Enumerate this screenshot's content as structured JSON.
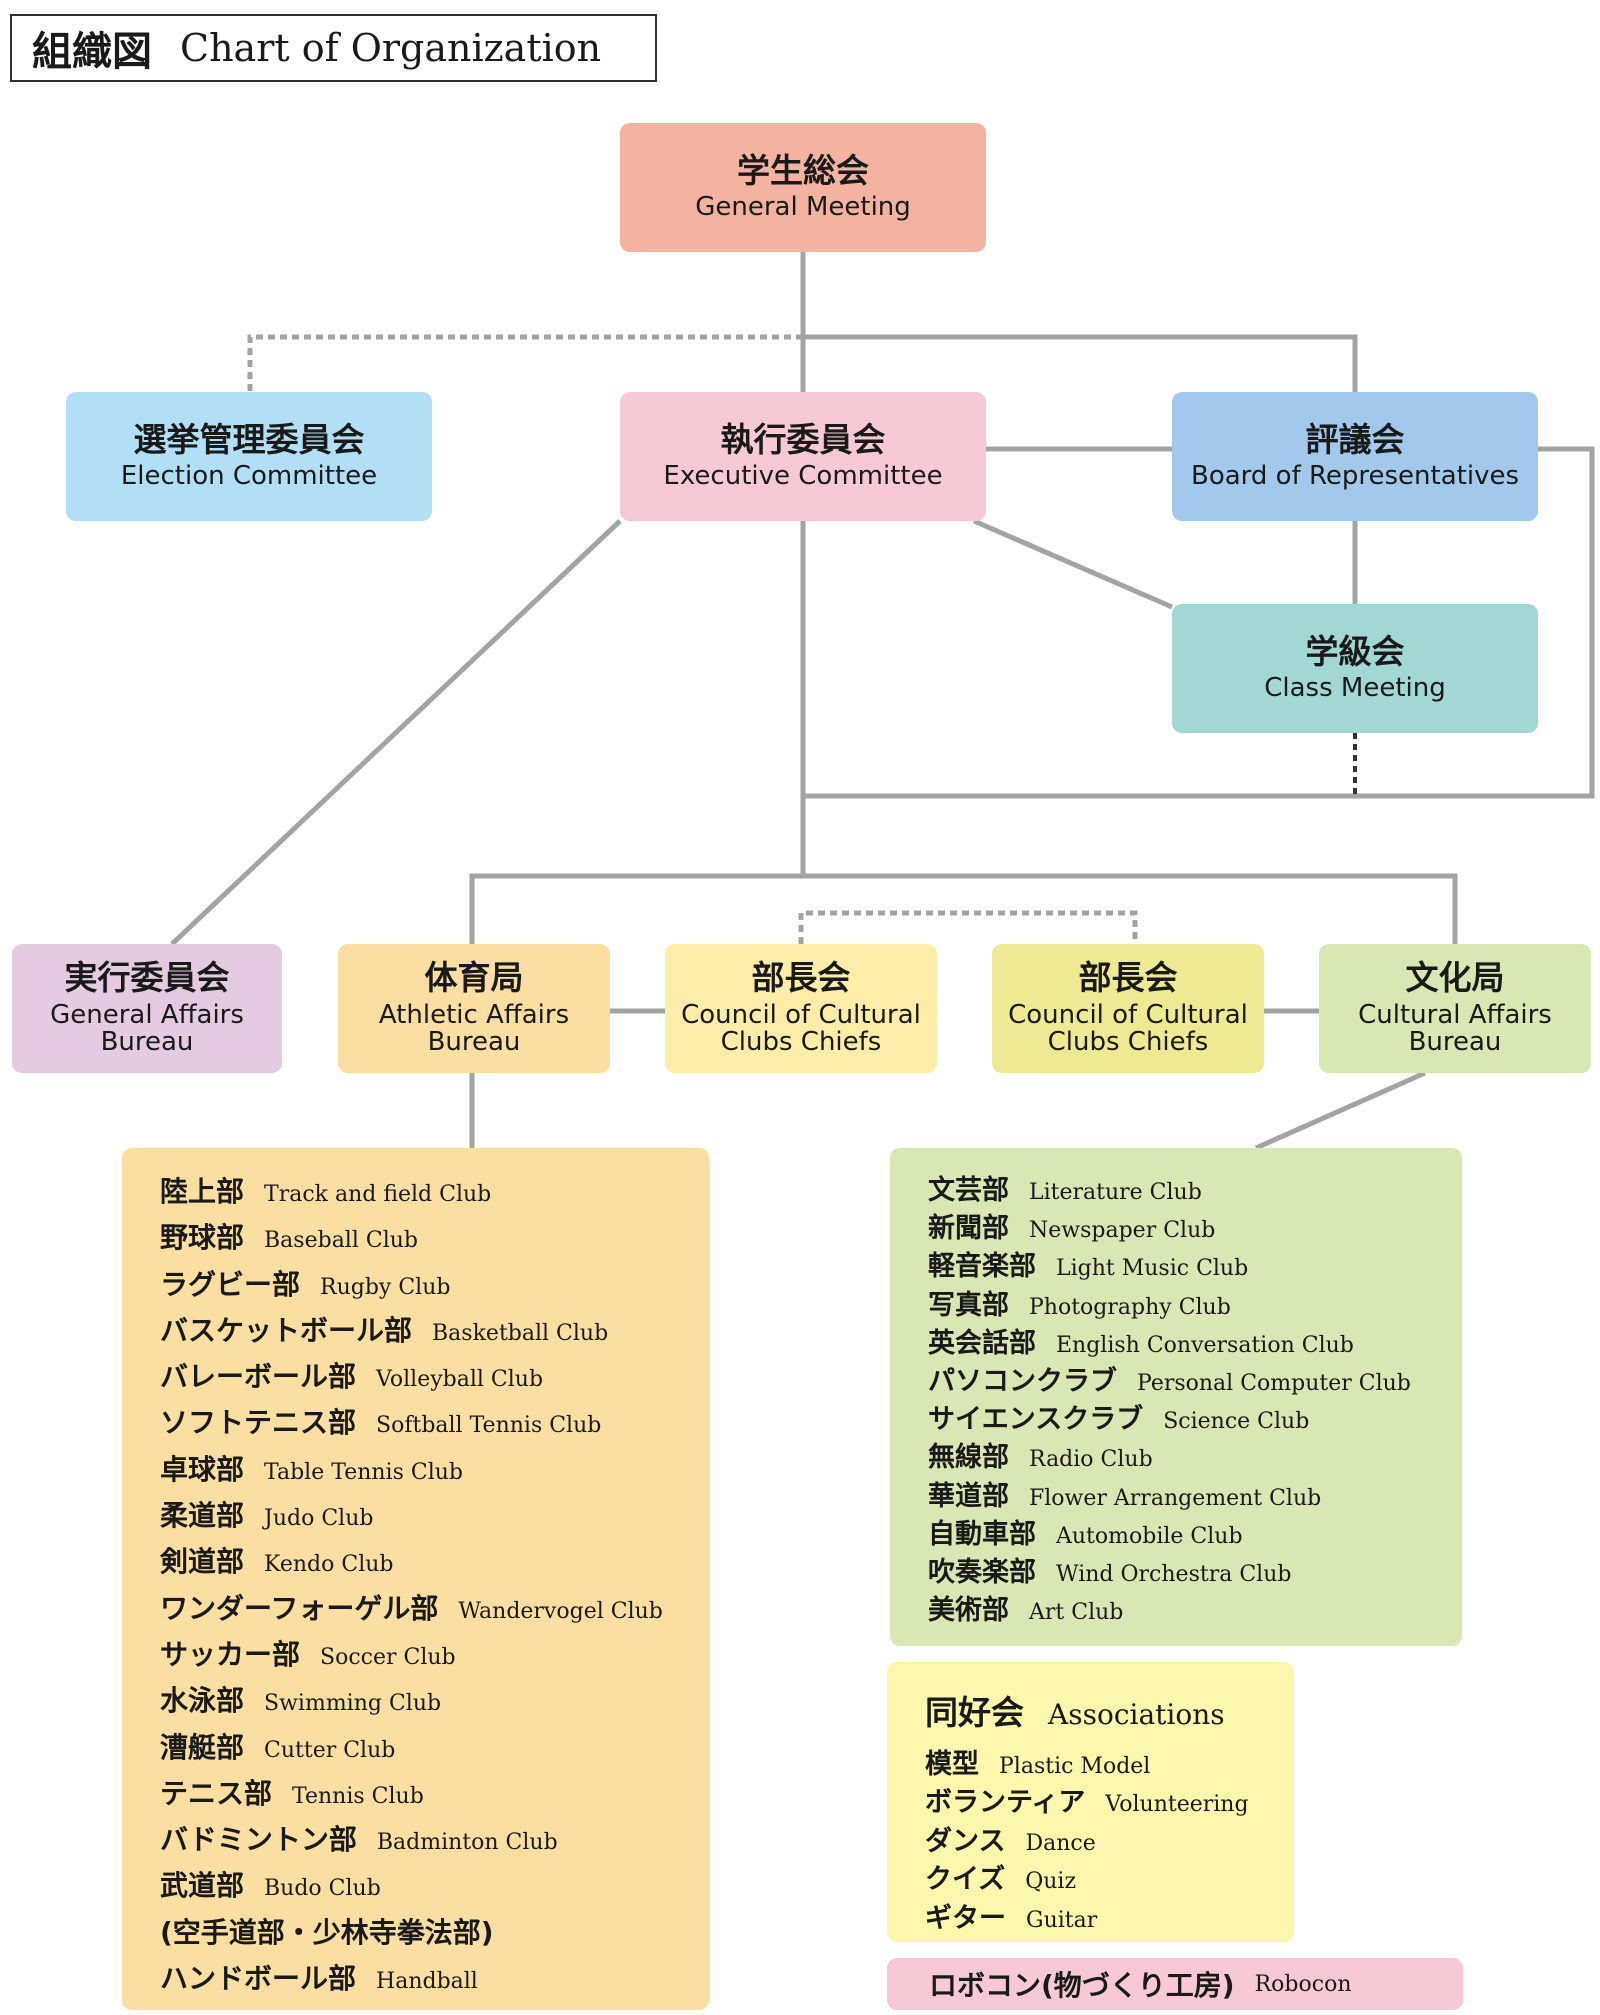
{
  "title": {
    "ja": "組織図",
    "en": "Chart of Organization"
  },
  "colors": {
    "line": "#a3a3a3",
    "general_meeting": "#f4b2a0",
    "election": "#b2dff6",
    "executive": "#f7c9d6",
    "board": "#a2c8ec",
    "class_meeting": "#a2d7d4",
    "general_affairs": "#e4cbe1",
    "athletic": "#fbdea2",
    "council_1": "#fdeda8",
    "council_2": "#eeea93",
    "cultural": "#d8e7b3",
    "associations": "#fdf6ad",
    "robocon": "#f7c9d6"
  },
  "nodes": {
    "general_meeting": {
      "ja": "学生総会",
      "en": "General Meeting"
    },
    "election": {
      "ja": "選挙管理委員会",
      "en": "Election Committee"
    },
    "executive": {
      "ja": "執行委員会",
      "en": "Executive Committee"
    },
    "board": {
      "ja": "評議会",
      "en": "Board of Representatives"
    },
    "class_meeting": {
      "ja": "学級会",
      "en": "Class Meeting"
    },
    "general_affairs": {
      "ja": "実行委員会",
      "en": "General Affairs\nBureau"
    },
    "athletic": {
      "ja": "体育局",
      "en": "Athletic Affairs\nBureau"
    },
    "council_1": {
      "ja": "部長会",
      "en": "Council of Cultural\nClubs Chiefs"
    },
    "council_2": {
      "ja": "部長会",
      "en": "Council of Cultural\nClubs Chiefs"
    },
    "cultural": {
      "ja": "文化局",
      "en": "Cultural Affairs\nBureau"
    }
  },
  "athletic_clubs": [
    {
      "ja": "陸上部",
      "en": "Track and field Club"
    },
    {
      "ja": "野球部",
      "en": "Baseball Club"
    },
    {
      "ja": "ラグビー部",
      "en": "Rugby Club"
    },
    {
      "ja": "バスケットボール部",
      "en": "Basketball Club"
    },
    {
      "ja": "バレーボール部",
      "en": "Volleyball Club"
    },
    {
      "ja": "ソフトテニス部",
      "en": "Softball Tennis Club"
    },
    {
      "ja": "卓球部",
      "en": "Table Tennis Club"
    },
    {
      "ja": "柔道部",
      "en": "Judo Club"
    },
    {
      "ja": "剣道部",
      "en": "Kendo Club"
    },
    {
      "ja": "ワンダーフォーゲル部",
      "en": "Wandervogel Club"
    },
    {
      "ja": "サッカー部",
      "en": "Soccer Club"
    },
    {
      "ja": "水泳部",
      "en": "Swimming Club"
    },
    {
      "ja": "漕艇部",
      "en": "Cutter Club"
    },
    {
      "ja": "テニス部",
      "en": "Tennis Club"
    },
    {
      "ja": "バドミントン部",
      "en": "Badminton Club"
    },
    {
      "ja": "武道部",
      "en": "Budo Club"
    },
    {
      "ja": "(空手道部・少林寺拳法部)",
      "en": ""
    },
    {
      "ja": "ハンドボール部",
      "en": "Handball"
    }
  ],
  "cultural_clubs": [
    {
      "ja": "文芸部",
      "en": "Literature Club"
    },
    {
      "ja": "新聞部",
      "en": "Newspaper Club"
    },
    {
      "ja": "軽音楽部",
      "en": "Light Music Club"
    },
    {
      "ja": "写真部",
      "en": "Photography Club"
    },
    {
      "ja": "英会話部",
      "en": "English Conversation Club"
    },
    {
      "ja": "パソコンクラブ",
      "en": "Personal Computer Club"
    },
    {
      "ja": "サイエンスクラブ",
      "en": "Science Club"
    },
    {
      "ja": "無線部",
      "en": "Radio Club"
    },
    {
      "ja": "華道部",
      "en": "Flower Arrangement Club"
    },
    {
      "ja": "自動車部",
      "en": "Automobile Club"
    },
    {
      "ja": "吹奏楽部",
      "en": "Wind Orchestra Club"
    },
    {
      "ja": "美術部",
      "en": "Art Club"
    }
  ],
  "associations": {
    "heading": {
      "ja": "同好会",
      "en": "Associations"
    },
    "items": [
      {
        "ja": "模型",
        "en": "Plastic Model"
      },
      {
        "ja": "ボランティア",
        "en": "Volunteering"
      },
      {
        "ja": "ダンス",
        "en": "Dance"
      },
      {
        "ja": "クイズ",
        "en": "Quiz"
      },
      {
        "ja": "ギター",
        "en": "Guitar"
      }
    ]
  },
  "robocon": {
    "ja": "ロボコン(物づくり工房)",
    "en": "Robocon"
  }
}
